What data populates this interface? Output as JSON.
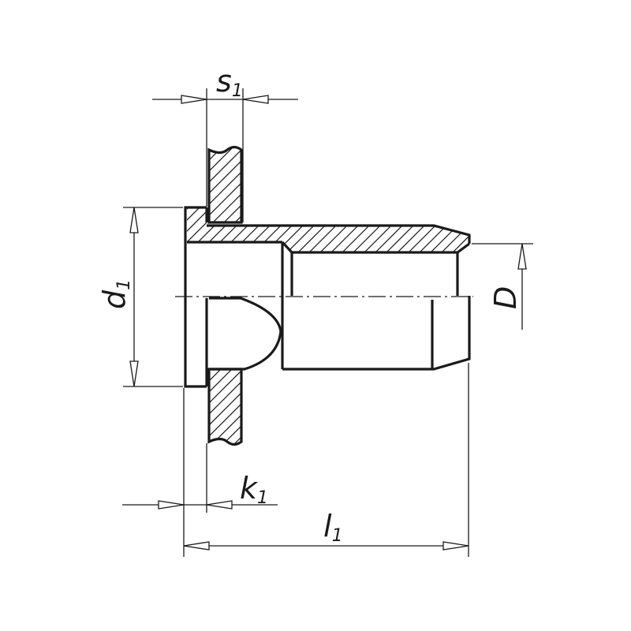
{
  "dimensions": {
    "s1": {
      "symbol": "s",
      "subscript": "1"
    },
    "d1": {
      "symbol": "d",
      "subscript": "1"
    },
    "D": {
      "symbol": "D"
    },
    "k1": {
      "symbol": "k",
      "subscript": "1"
    },
    "l1": {
      "symbol": "l",
      "subscript": "1"
    }
  }
}
